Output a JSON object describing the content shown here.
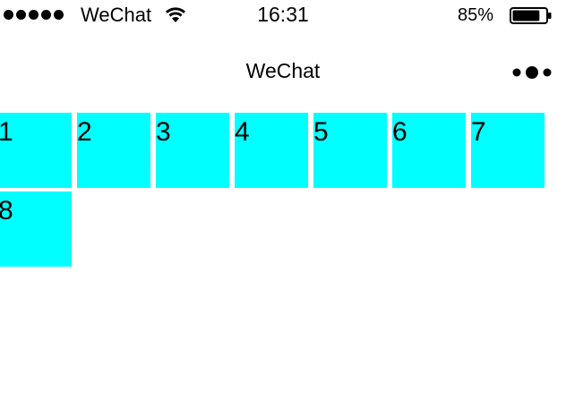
{
  "status_bar": {
    "carrier": "WeChat",
    "time": "16:31",
    "battery_percent": "85%",
    "battery_level": 0.85
  },
  "nav": {
    "title": "WeChat"
  },
  "grid": {
    "cells": [
      "1",
      "2",
      "3",
      "4",
      "5",
      "6",
      "7",
      "8"
    ],
    "cell_color": "#00ffff"
  }
}
